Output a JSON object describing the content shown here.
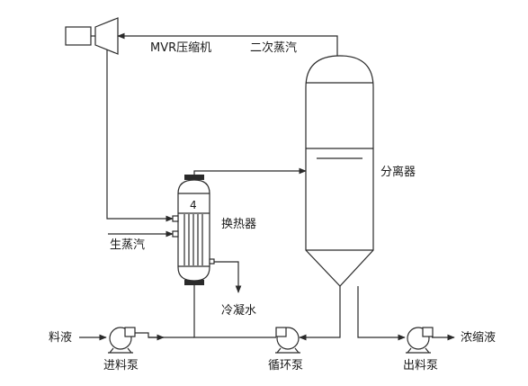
{
  "diagram": {
    "compressor_label": "MVR压缩机",
    "secondary_steam_label": "二次蒸汽",
    "separator_label": "分离器",
    "heat_exchanger_number": "4",
    "heat_exchanger_label": "换热器",
    "live_steam_label": "生蒸汽",
    "condensate_label": "冷凝水",
    "feed_liquid_label": "料液",
    "feed_pump_label": "进料泵",
    "circulation_pump_label": "循环泵",
    "discharge_pump_label": "出料泵",
    "concentrate_label": "浓缩液"
  },
  "colors": {
    "line": "#2a2a2a",
    "background": "#ffffff"
  }
}
